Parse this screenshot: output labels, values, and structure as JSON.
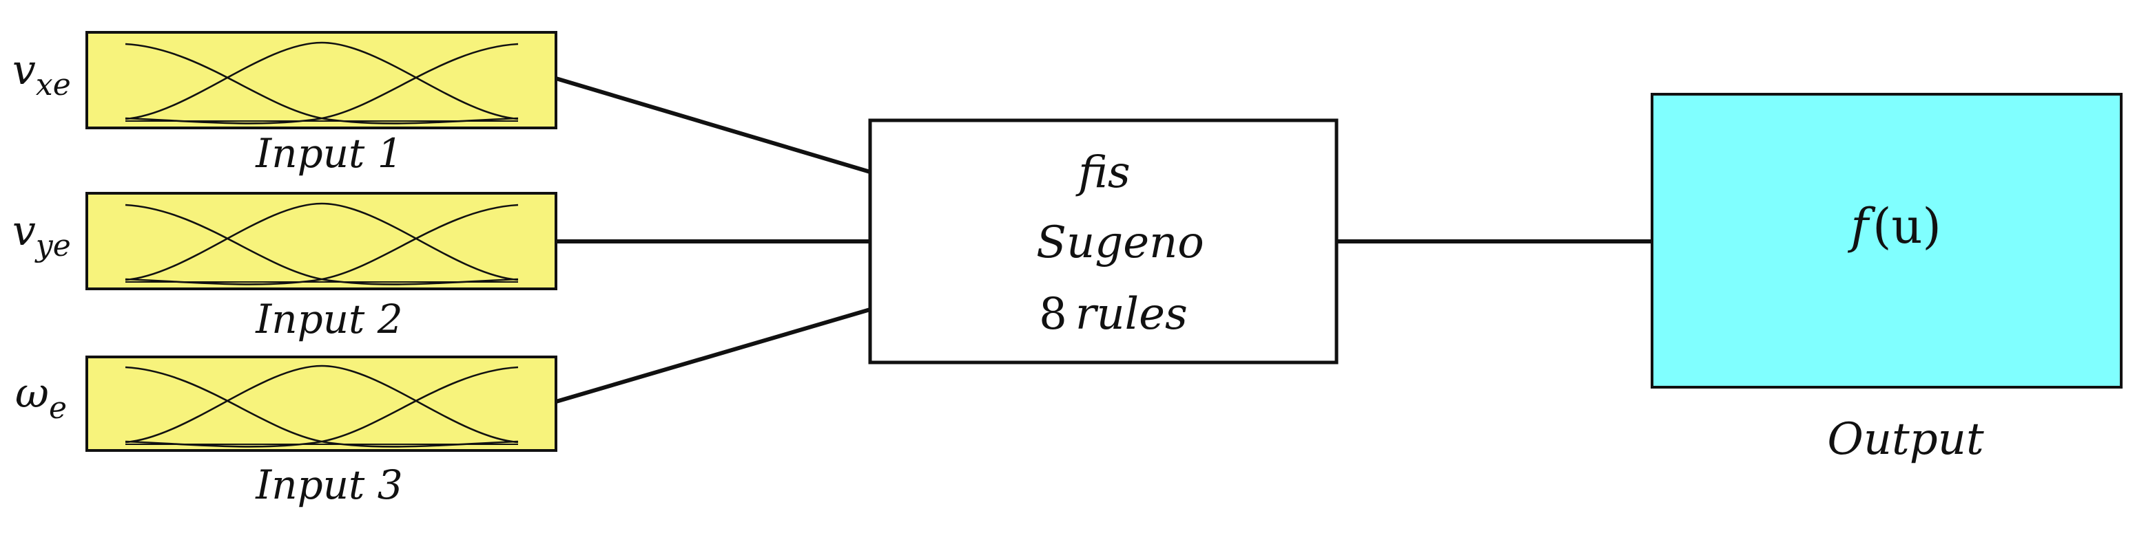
{
  "inputs": [
    {
      "variable": "v",
      "subscript": "xe",
      "caption": "Input 1"
    },
    {
      "variable": "v",
      "subscript": "ye",
      "caption": "Input 2"
    },
    {
      "variable": "ω",
      "subscript": "e",
      "caption": "Input 3"
    }
  ],
  "fis_block": {
    "line1": "fis",
    "line2": "Sugeno",
    "line3_num": "8",
    "line3_word": "rules"
  },
  "output_block": {
    "func": "f",
    "arg": "(u)",
    "caption": "Output"
  },
  "colors": {
    "input_fill": "#f7f37c",
    "output_fill": "#80ffff",
    "stroke": "#111111"
  },
  "icons": {
    "input_membership": "gaussian-membership-functions-icon"
  }
}
